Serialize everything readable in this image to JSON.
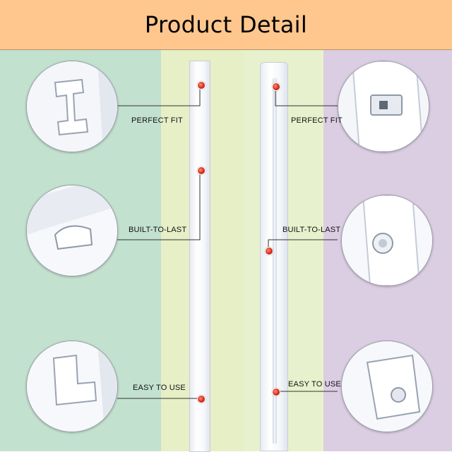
{
  "header": {
    "title": "Product Detail"
  },
  "labels": {
    "left_top": "PERFECT FIT",
    "left_middle": "BUILT-TO-LAST",
    "left_bottom": "EASY TO USE",
    "right_top": "PERFECT FIT",
    "right_middle": "BUILT-TO-LAST",
    "right_bottom": "EASY TO USE"
  },
  "colors": {
    "header_background": "#ffc78d",
    "band_green": "#c3e1cf",
    "band_yellow": "#e6efc6",
    "band_purple": "#dbcde2",
    "marker_red": "#d62c1a"
  }
}
